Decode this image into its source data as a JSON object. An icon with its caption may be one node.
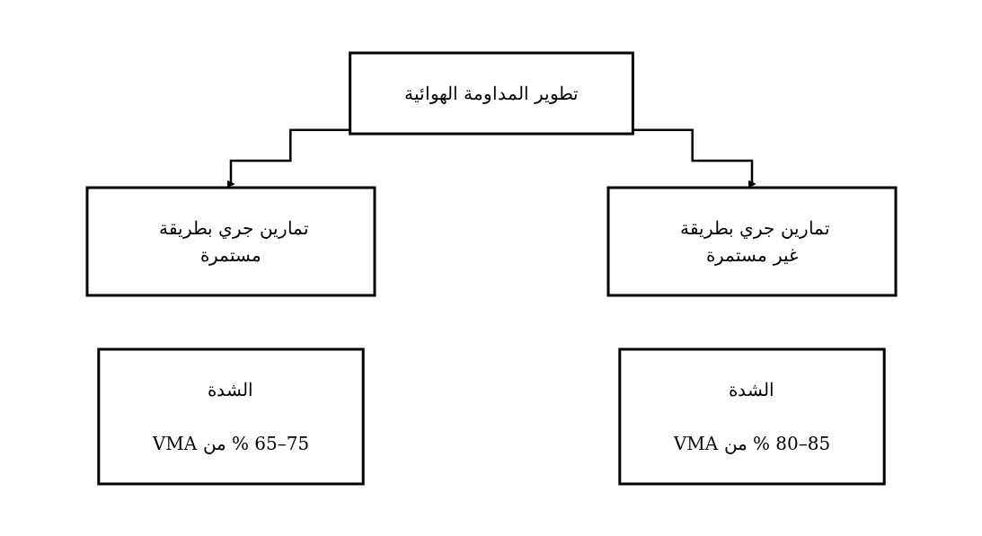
{
  "diagram": {
    "nodes": [
      {
        "text": [
          "تطوير المداومة الهوائية"
        ]
      },
      {
        "text": [
          "تمارين جري بطريقة مستمرة"
        ]
      },
      {
        "text": [
          "تمارين جري بطريقة غير مستمرة"
        ]
      },
      {
        "text": [
          "الشدة",
          "65–75 % من VMA"
        ]
      },
      {
        "text": [
          "الشدة",
          "80–85 % من VMA"
        ]
      }
    ],
    "edges": [
      {
        "from": 0,
        "to": 1,
        "arrow": "to"
      },
      {
        "from": 0,
        "to": 2,
        "arrow": "to"
      }
    ]
  }
}
